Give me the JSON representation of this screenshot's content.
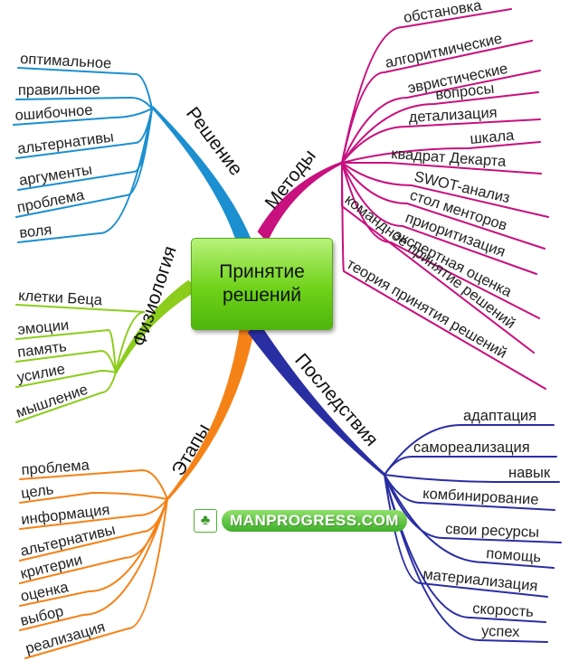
{
  "center": {
    "line1": "Принятие",
    "line2": "решений"
  },
  "logo": {
    "text": "MANPROGRESS",
    "suffix": ".COM",
    "icon": "tree-icon"
  },
  "branches": [
    {
      "id": "reshenie",
      "label": "Решение",
      "color": "#1b8fd0",
      "items": [
        "оптимальное",
        "правильное",
        "ошибочное",
        "альтернативы",
        "аргументы",
        "проблема",
        "воля"
      ]
    },
    {
      "id": "fiziologiya",
      "label": "Физиология",
      "color": "#8ccc1c",
      "items": [
        "клетки Беца",
        "эмоции",
        "память",
        "усилие",
        "мышление"
      ]
    },
    {
      "id": "etapy",
      "label": "Этапы",
      "color": "#f58216",
      "items": [
        "проблема",
        "цель",
        "информация",
        "альтернативы",
        "критерии",
        "оценка",
        "выбор",
        "реализация"
      ]
    },
    {
      "id": "metody",
      "label": "Методы",
      "color": "#c8107e",
      "items": [
        "обстановка",
        "алгоритмические",
        "эвристические",
        "вопросы",
        "детализация",
        "шкала",
        "квадрат Декарта",
        "SWOT-анализ",
        "стол менторов",
        "приоритизация",
        "экспертная оценка",
        "командное принятие решений",
        "теория принятия решений"
      ]
    },
    {
      "id": "posledstviya",
      "label": "Последствия",
      "color": "#2a2ea3",
      "items": [
        "адаптация",
        "самореализация",
        "навык",
        "комбинирование",
        "свои ресурсы",
        "помощь",
        "материализация",
        "скорость",
        "успех"
      ]
    }
  ]
}
